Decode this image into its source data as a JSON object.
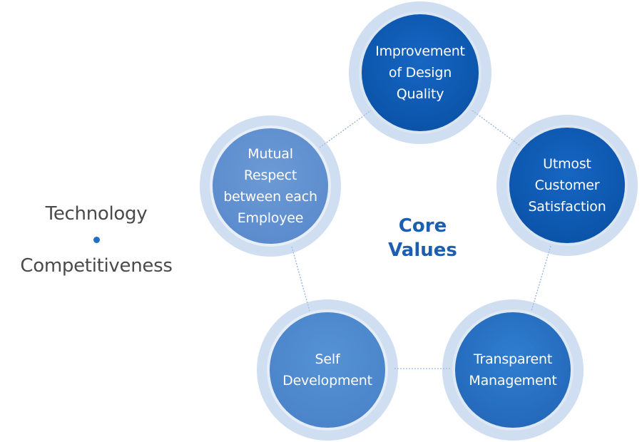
{
  "side": {
    "line1": "Technology",
    "line2": "Competitiveness"
  },
  "center": {
    "title": "Core\nValues"
  },
  "nodes": [
    {
      "label": "Improvement\nof Design\nQuality"
    },
    {
      "label": "Utmost\nCustomer\nSatisfaction"
    },
    {
      "label": "Transparent\nManagement"
    },
    {
      "label": "Self\nDevelopment"
    },
    {
      "label": "Mutual\nRespect\nbetween each\nEmployee"
    }
  ],
  "colors": {
    "accent": "#1f6fc5",
    "dark_node": "#0c55ab",
    "mid_node": "#2468b9",
    "soft_node": "#4a83c9",
    "light_node": "#5b8bcc",
    "center_text": "#1c5fb0",
    "side_text": "#4a4a4a"
  }
}
